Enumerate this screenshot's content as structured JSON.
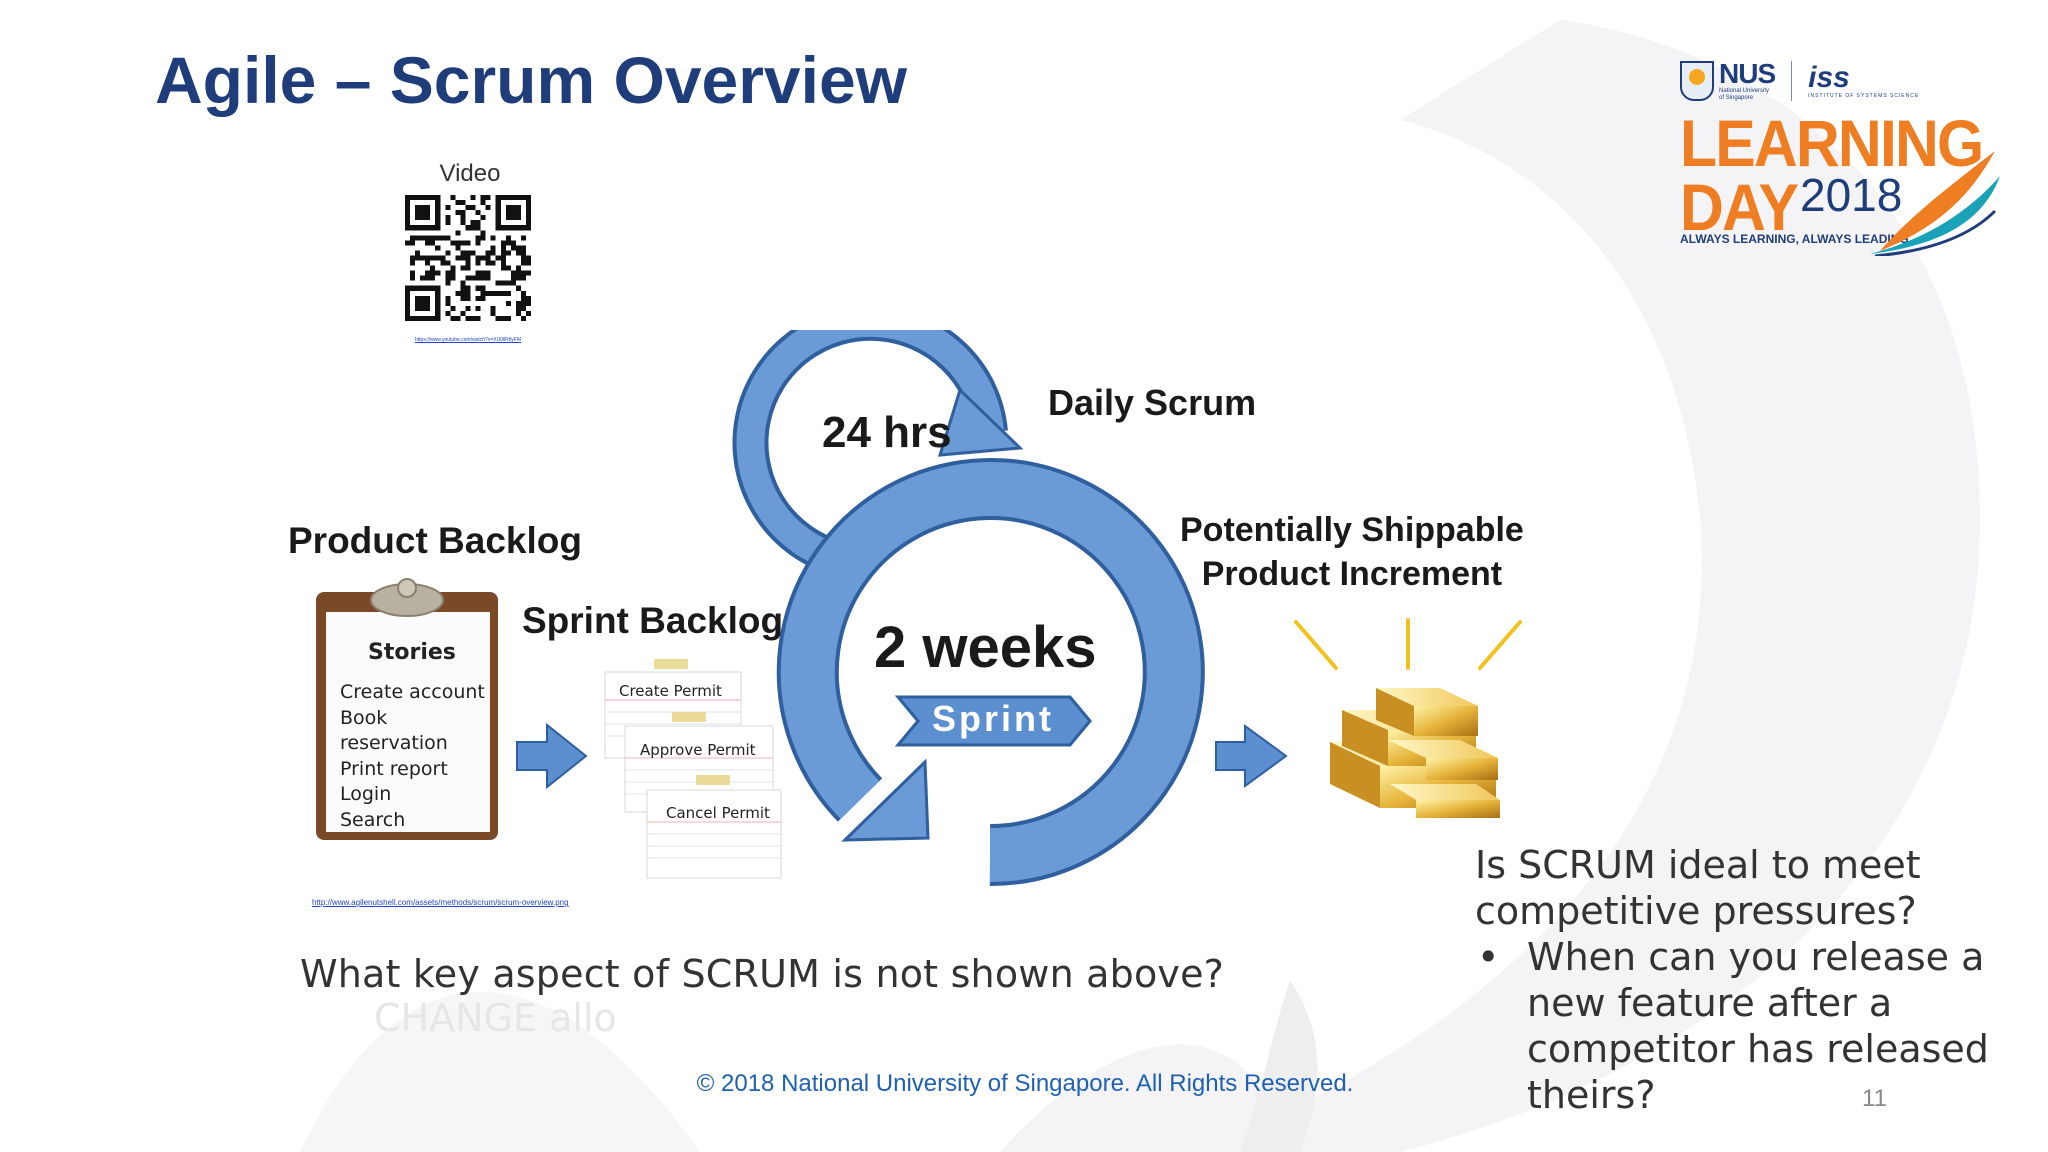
{
  "slide": {
    "title": "Agile – Scrum Overview",
    "video_label": "Video",
    "qr_link": "https://www.youtube.com/watch?v=XU0llRltyFM",
    "page_number": "11"
  },
  "logo": {
    "nus": "NUS",
    "nus_sub_line1": "National University",
    "nus_sub_line2": "of Singapore",
    "iss": "iss",
    "iss_sub": "INSTITUTE OF SYSTEMS SCIENCE",
    "learning": "LEARNING",
    "day": "DAY",
    "year": "2018",
    "tagline": "ALWAYS LEARNING, ALWAYS LEADING",
    "accent_orange": "#ef7d22",
    "accent_navy": "#1f3d7a"
  },
  "diagram": {
    "product_backlog": "Product Backlog",
    "sprint_backlog": "Sprint Backlog",
    "daily_scrum": "Daily Scrum",
    "hrs": "24 hrs",
    "weeks": "2 weeks",
    "sprint": "Sprint",
    "psp_line1": "Potentially Shippable",
    "psp_line2": "Product Increment",
    "clipboard_title": "Stories",
    "stories": [
      "Create account",
      "Book reservation",
      "Print report",
      "Login",
      "Search"
    ],
    "cards": [
      "Create Permit",
      "Approve Permit",
      "Cancel Permit"
    ],
    "source_link": "http://www.agilenutshell.com/assets/methods/scrum/scrum-overview.png",
    "arrow_blue": "#5b8fd0"
  },
  "questions": {
    "left": "What key aspect of SCRUM is not shown above?",
    "ghost": "CHANGE allo",
    "right_intro": "Is SCRUM ideal to meet competitive pressures?",
    "right_bullet_char": "•",
    "right_bullet": "When can you release a new feature after a competitor has released theirs?"
  },
  "footer": {
    "copyright": "© 2018 National University of Singapore. All Rights Reserved."
  }
}
